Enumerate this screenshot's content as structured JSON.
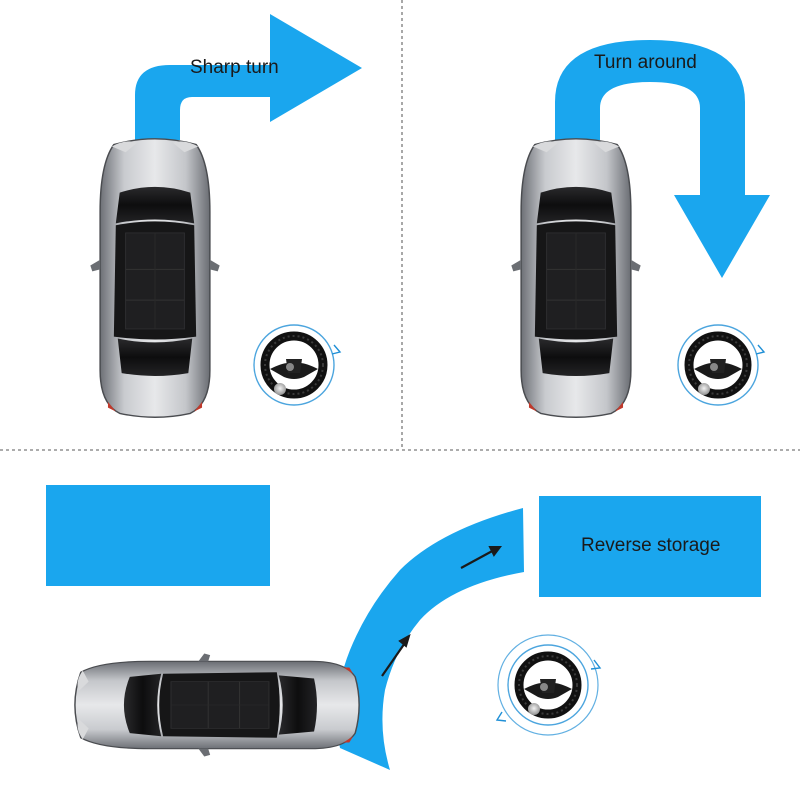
{
  "panels": {
    "sharp_turn": {
      "label": "Sharp turn"
    },
    "turn_around": {
      "label": "Turn around"
    },
    "reverse_storage": {
      "label": "Reverse storage"
    }
  },
  "colors": {
    "accent_blue": "#1aa6ee",
    "divider": "#7a7a7a",
    "car_body": "#9a9da3",
    "car_glass": "#141414",
    "arrow_dark": "#1a1a1a"
  },
  "icons": [
    "car-top-view-icon",
    "steering-wheel-icon",
    "rotate-arrow-icon",
    "direction-arrow-icon"
  ]
}
